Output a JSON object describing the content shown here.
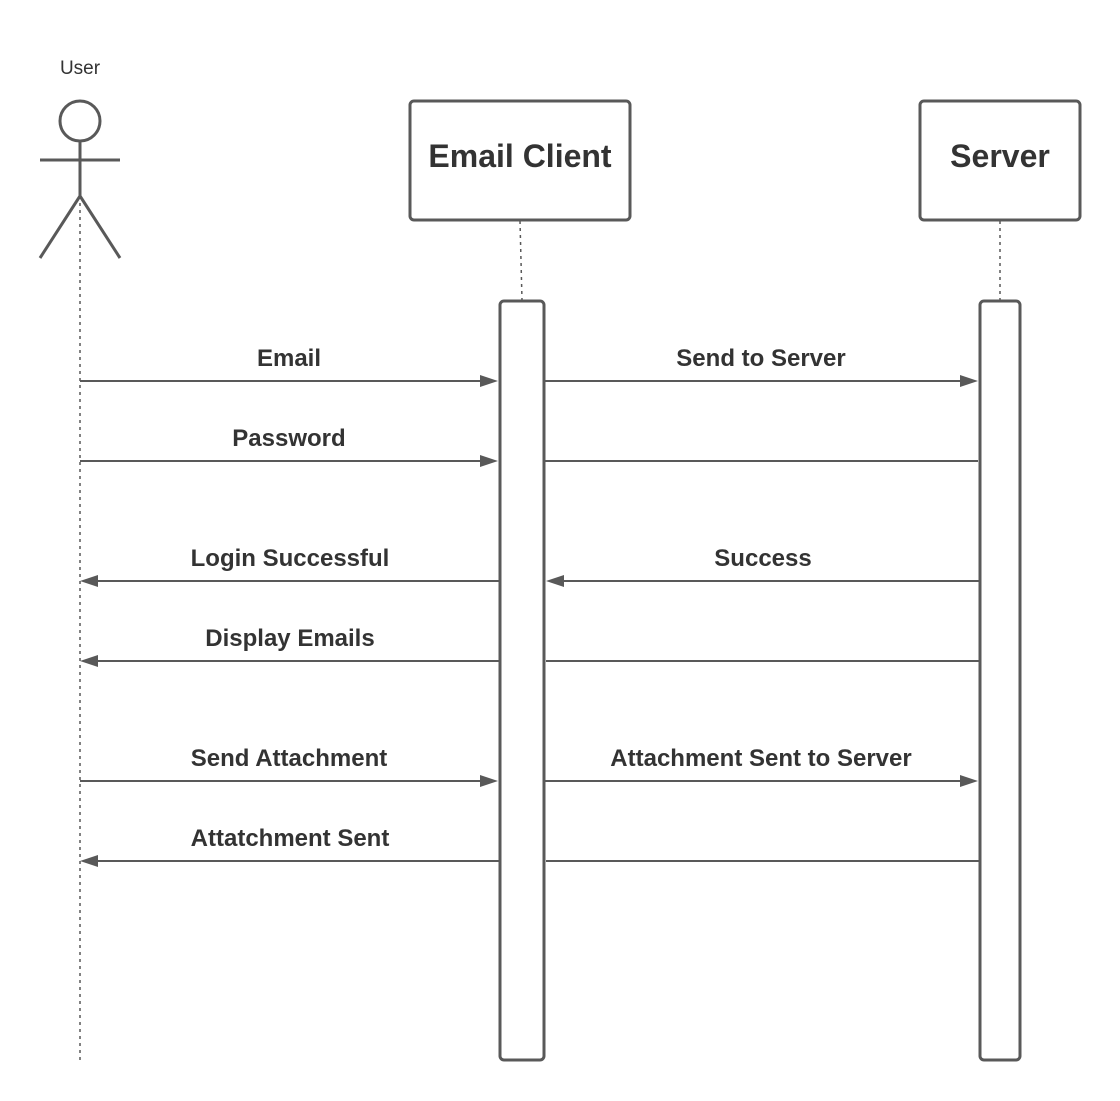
{
  "participants": {
    "user": {
      "label": "User"
    },
    "client": {
      "label": "Email Client"
    },
    "server": {
      "label": "Server"
    }
  },
  "messages": [
    {
      "label": "Email",
      "from": "user",
      "to": "client",
      "arrow": true
    },
    {
      "label": "Send to Server",
      "from": "client",
      "to": "server",
      "arrow": true
    },
    {
      "label": "Password",
      "from": "user",
      "to": "client",
      "arrow": true
    },
    {
      "label": "",
      "from": "client",
      "to": "server",
      "arrow": false
    },
    {
      "label": "Login Successful",
      "from": "client",
      "to": "user",
      "arrow": true
    },
    {
      "label": "Success",
      "from": "server",
      "to": "client",
      "arrow": true
    },
    {
      "label": "Display Emails",
      "from": "client",
      "to": "user",
      "arrow": true
    },
    {
      "label": "",
      "from": "server",
      "to": "client",
      "arrow": false
    },
    {
      "label": "Send Attachment",
      "from": "user",
      "to": "client",
      "arrow": true
    },
    {
      "label": "Attachment Sent to Server",
      "from": "client",
      "to": "server",
      "arrow": true
    },
    {
      "label": "Attatchment Sent",
      "from": "client",
      "to": "user",
      "arrow": true
    },
    {
      "label": "",
      "from": "server",
      "to": "client",
      "arrow": false
    }
  ],
  "colors": {
    "stroke": "#595959",
    "text": "#333333"
  }
}
